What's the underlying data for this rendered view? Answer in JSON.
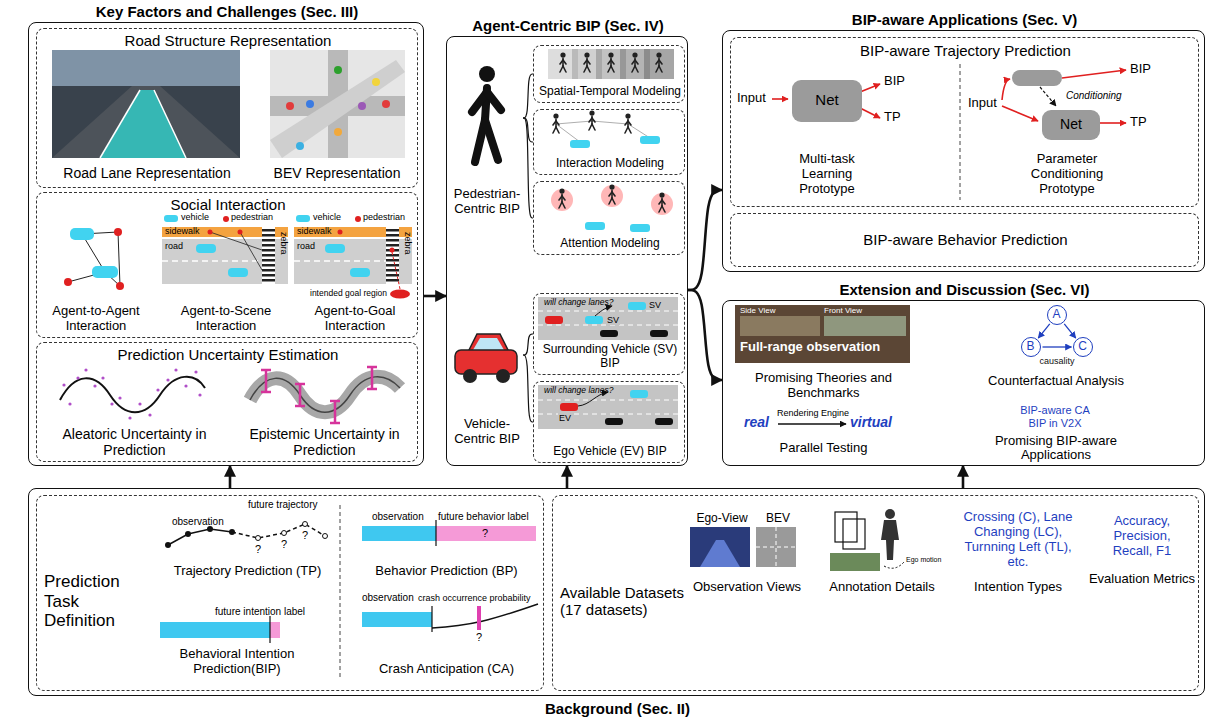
{
  "diagram": {
    "nodes": [
      {
        "text": [
          "Key Factors and Challenges (Sec. III)"
        ]
      },
      {
        "text": [
          "Road Structure Representation",
          "Road Lane Representation",
          "BEV Representation"
        ],
        "in": 0
      },
      {
        "text": [
          "Social Interaction",
          "Agent-to-Agent Interaction",
          "Agent-to-Scene Interaction",
          "Agent-to-Goal Interaction"
        ],
        "in": 0
      },
      {
        "text": [
          "Prediction Uncertainty Estimation",
          "Aleatoric Uncertainty in Prediction",
          "Epistemic Uncertainty in Prediction"
        ],
        "in": 0
      },
      {
        "text": [
          "Agent-Centric BIP (Sec. IV)"
        ]
      },
      {
        "text": [
          "Pedestrian-Centric BIP"
        ],
        "in": 4
      },
      {
        "text": [
          "Spatial-Temporal Modeling"
        ],
        "in": 4
      },
      {
        "text": [
          "Interaction Modeling"
        ],
        "in": 4
      },
      {
        "text": [
          "Attention Modeling"
        ],
        "in": 4
      },
      {
        "text": [
          "Vehicle-Centric BIP"
        ],
        "in": 4
      },
      {
        "text": [
          "Surrounding Vehicle (SV) BIP"
        ],
        "in": 4
      },
      {
        "text": [
          "Ego Vehicle (EV) BIP"
        ],
        "in": 4
      },
      {
        "text": [
          "BIP-aware Applications (Sec. V)"
        ]
      },
      {
        "text": [
          "BIP-aware Trajectory Prediction",
          "Multi-task Learning Prototype",
          "Parameter Conditioning Prototype"
        ],
        "in": 12
      },
      {
        "text": [
          "Net"
        ],
        "in": 13
      },
      {
        "text": [
          "Net"
        ],
        "in": 13
      },
      {
        "text": [
          "BIP-aware Behavior Prediction"
        ],
        "in": 12
      },
      {
        "text": [
          "Extension and Discussion (Sec. VI)",
          "Promising Theories and Benchmarks",
          "Counterfactual Analysis",
          "Parallel Testing",
          "Promising BIP-aware Applications"
        ]
      },
      {
        "text": [
          "A"
        ],
        "in": 17
      },
      {
        "text": [
          "B"
        ],
        "in": 17
      },
      {
        "text": [
          "C"
        ],
        "in": 17
      },
      {
        "text": [
          "Background (Sec. II)"
        ]
      },
      {
        "text": [
          "Prediction Task Definition",
          "Trajectory Prediction (TP)",
          "Behavior Prediction (BP)",
          "Behavioral Intention Prediction(BIP)",
          "Crash Anticipation (CA)"
        ],
        "in": 21
      },
      {
        "text": [
          "Available Datasets (17 datasets)",
          "Ego-View",
          "BEV",
          "Observation Views",
          "Annotation Details",
          "Crossing (C), Lane Changing (LC), Turnning Left (TL), etc.",
          "Intention Types",
          "Accuracy, Precision, Recall, F1",
          "Evaluation Metrics"
        ],
        "in": 21
      }
    ],
    "edges": [
      {
        "from": 21,
        "to": 0,
        "arrow": "to"
      },
      {
        "from": 21,
        "to": 4,
        "arrow": "to"
      },
      {
        "from": 21,
        "to": 17,
        "arrow": "to"
      },
      {
        "from": 0,
        "to": 4,
        "arrow": "to"
      },
      {
        "from": 4,
        "to": 12,
        "arrow": "to"
      },
      {
        "from": 4,
        "to": 17,
        "arrow": "to"
      },
      {
        "from": 5,
        "to": 6,
        "arrow": "none"
      },
      {
        "from": 5,
        "to": 7,
        "arrow": "none"
      },
      {
        "from": 5,
        "to": 8,
        "arrow": "none"
      },
      {
        "from": 9,
        "to": 10,
        "arrow": "none"
      },
      {
        "from": 9,
        "to": 11,
        "arrow": "none"
      },
      {
        "from": 18,
        "to": 19,
        "arrow": "to"
      },
      {
        "from": 18,
        "to": 20,
        "arrow": "to"
      },
      {
        "from": 19,
        "to": 20,
        "arrow": "to",
        "label": "causality"
      }
    ],
    "labels": [
      "vehicle",
      "pedestrian",
      "sidewalk",
      "road",
      "zebra",
      "vehicle",
      "pedestrian",
      "sidewalk",
      "road",
      "zebra",
      "intended goal region",
      "will change lanes?",
      "SV",
      "SV",
      "will change lanes?",
      "EV",
      "Input",
      "BIP",
      "TP",
      "Input",
      "BIP",
      "TP",
      "Conditioning",
      "Side View",
      "Front View",
      "Full-range observation",
      "real",
      "Rendering Engine",
      "virtual",
      "BIP-aware CA",
      "BIP in V2X",
      "observation",
      "future trajectory",
      "?",
      "?",
      "?",
      "observation",
      "future behavior label",
      "?",
      "future intention label",
      "observation",
      "crash occurrence probability",
      "?",
      "Ego motion"
    ]
  }
}
